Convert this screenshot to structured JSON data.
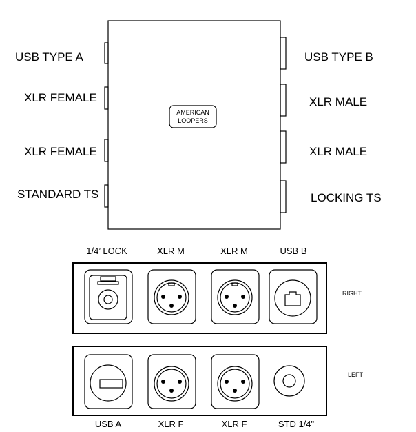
{
  "top_view": {
    "badge": {
      "line1": "AMERICAN",
      "line2": "LOOPERS"
    },
    "left_labels": [
      "USB TYPE A",
      "XLR FEMALE",
      "XLR FEMALE",
      "STANDARD TS"
    ],
    "right_labels": [
      "USB TYPE B",
      "XLR MALE",
      "XLR MALE",
      "LOCKING TS"
    ]
  },
  "right_panel": {
    "side_label": "RIGHT",
    "connectors": [
      {
        "label": "1/4’ LOCK",
        "icon": "locking-ts-jack-icon"
      },
      {
        "label": "XLR M",
        "icon": "xlr-male-icon"
      },
      {
        "label": "XLR M",
        "icon": "xlr-male-icon"
      },
      {
        "label": "USB B",
        "icon": "usb-b-icon"
      }
    ]
  },
  "left_panel": {
    "side_label": "LEFT",
    "connectors": [
      {
        "label": "USB A",
        "icon": "usb-a-icon"
      },
      {
        "label": "XLR F",
        "icon": "xlr-female-icon"
      },
      {
        "label": "XLR F",
        "icon": "xlr-female-icon"
      },
      {
        "label": "STD 1/4\"",
        "icon": "standard-ts-jack-icon"
      }
    ]
  }
}
